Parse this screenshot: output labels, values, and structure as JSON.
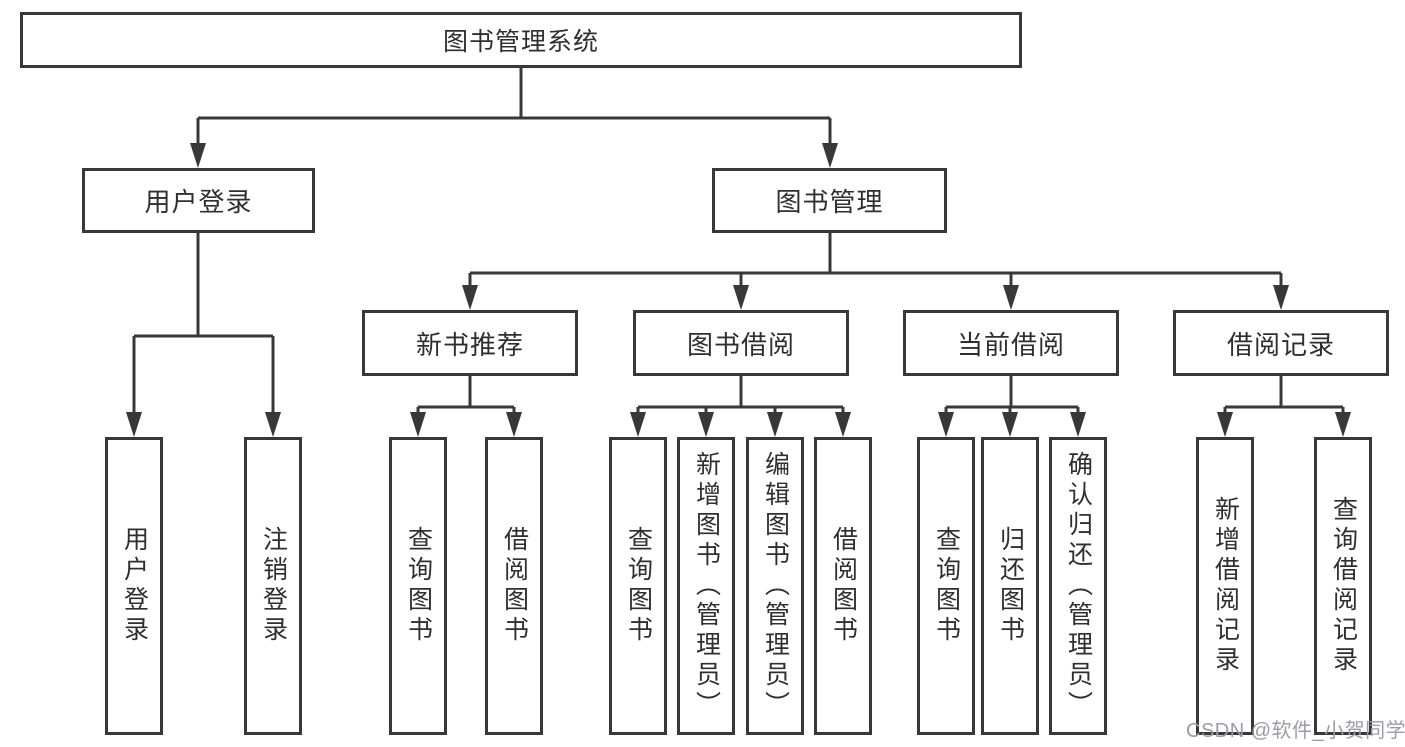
{
  "tree": {
    "root": {
      "label": "图书管理系统"
    },
    "branches": [
      {
        "label": "用户登录",
        "children": [
          {
            "label": "用户登录"
          },
          {
            "label": "注销登录"
          }
        ]
      },
      {
        "label": "图书管理",
        "children": [
          {
            "label": "新书推荐",
            "children": [
              {
                "label": "查询图书"
              },
              {
                "label": "借阅图书"
              }
            ]
          },
          {
            "label": "图书借阅",
            "children": [
              {
                "label": "查询图书"
              },
              {
                "label": "新增图书（管理员）"
              },
              {
                "label": "编辑图书（管理员）"
              },
              {
                "label": "借阅图书"
              }
            ]
          },
          {
            "label": "当前借阅",
            "children": [
              {
                "label": "查询图书"
              },
              {
                "label": "归还图书"
              },
              {
                "label": "确认归还（管理员）"
              }
            ]
          },
          {
            "label": "借阅记录",
            "children": [
              {
                "label": "新增借阅记录"
              },
              {
                "label": "查询借阅记录"
              }
            ]
          }
        ]
      }
    ]
  },
  "watermark": {
    "text": "CSDN @软件_小贺同学"
  },
  "colors": {
    "line": "#383838",
    "box_border": "#383838",
    "text": "#2f2f2f",
    "watermark": "#9c9ca4",
    "background": "#ffffff"
  }
}
